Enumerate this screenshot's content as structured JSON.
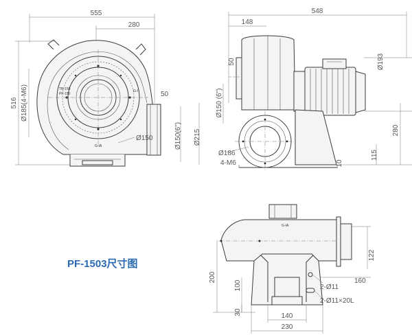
{
  "drawing_title": "PF-1503尺寸图",
  "front": {
    "width_total": "555",
    "width_half": "280",
    "height_total": "516",
    "flange_pcd": "Ø185(4-M6)",
    "offset_50": "50",
    "outlet_dia": "Ø150(6\")",
    "outlet_215": "Ø215",
    "inlet_dia": "Ø150",
    "plate_model": "TB-150",
    "plate_code": "PF-150",
    "marker_right": "G-I",
    "marker_bottom": "G-IA"
  },
  "side": {
    "length_total": "548",
    "length_148": "148",
    "height_50": "50",
    "motor_dia": "Ø193",
    "outlet_dia": "Ø150 (6\")",
    "height_280": "280",
    "height_115": "115",
    "height_10": "10",
    "flange_dia": "Ø186",
    "bolts": "4-M6"
  },
  "bottom": {
    "height_200": "200",
    "height_100": "100",
    "height_30": "30",
    "width_140": "140",
    "width_230": "230",
    "width_160": "160",
    "width_122": "122",
    "hole_note": "2-Ø11",
    "slot_note": "2-Ø11×20L",
    "marker": "G-IA"
  }
}
